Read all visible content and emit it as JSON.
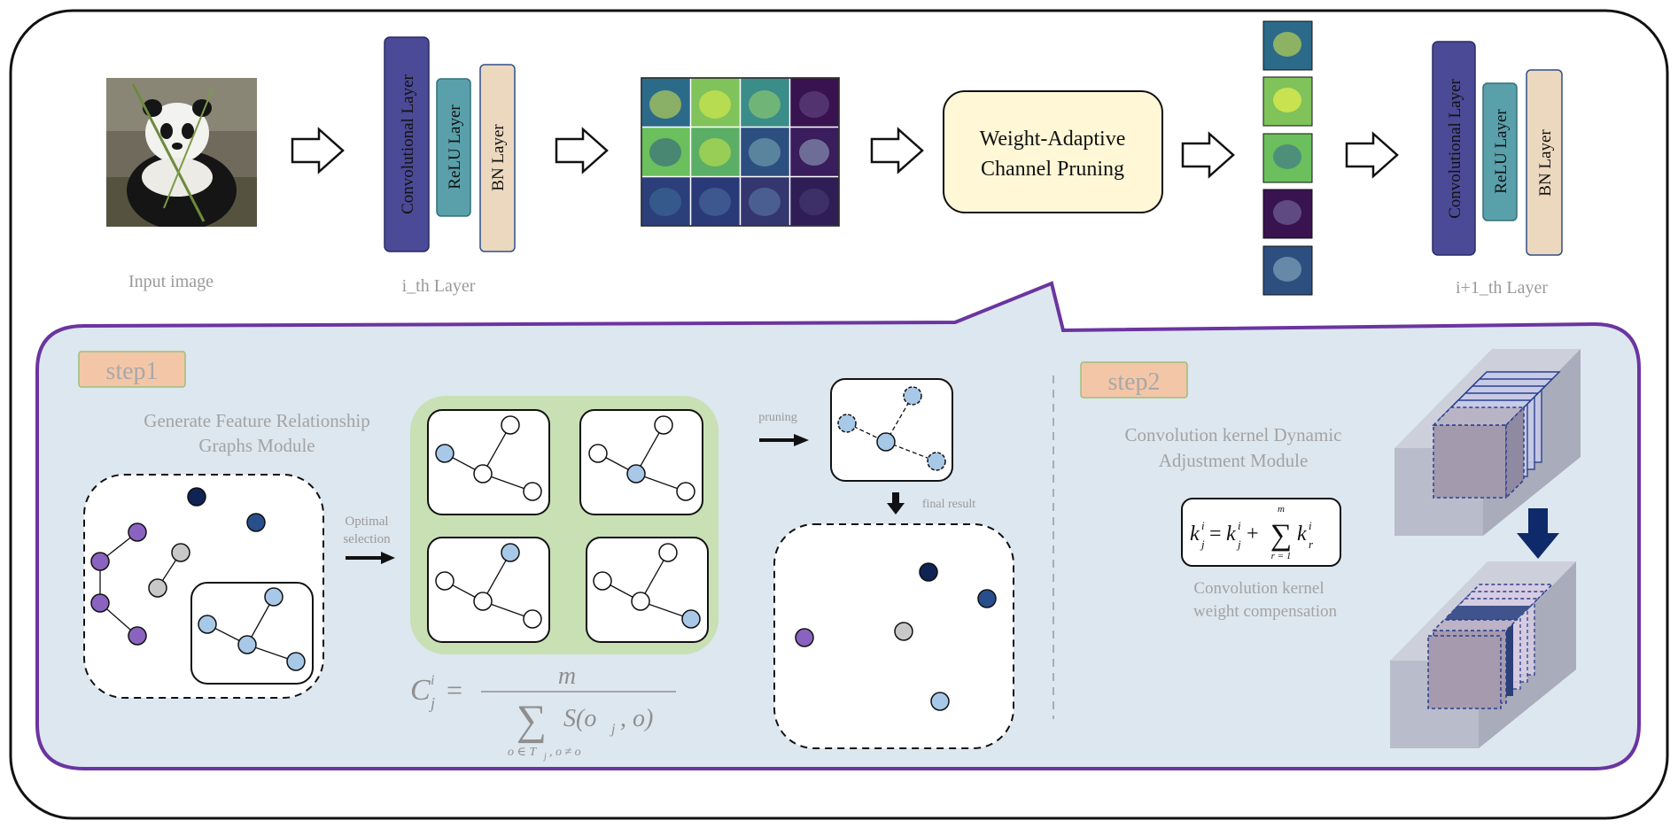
{
  "diagram": {
    "pipeline": {
      "input_label": "Input image",
      "layer_i": {
        "conv": "Convolutional Layer",
        "relu": "ReLU  Layer",
        "bn": "BN  Layer",
        "caption": "i_th Layer"
      },
      "pruning_box": [
        "Weight-Adaptive",
        "Channel Pruning"
      ],
      "layer_next": {
        "conv": "Convolutional Layer",
        "relu": "ReLU  Layer",
        "bn": "BN  Layer",
        "caption": "i+1_th Layer"
      }
    },
    "step1": {
      "tag": "step1",
      "module_title": [
        "Generate Feature Relationship",
        "Graphs Module"
      ],
      "optimal_label": [
        "Optimal",
        "selection"
      ],
      "pruning_label": "pruning",
      "final_label": "final result",
      "formula": {
        "lhs": "C",
        "lhs_sub": "j",
        "lhs_sup": "i",
        "eq": "=",
        "numerator": "m",
        "sum": "∑",
        "sum_sub": "o ∈ T",
        "sum_sub2": "j",
        "sum_sub3": ", o ≠ o",
        "term": "S(o",
        "term_sub": "j",
        "term_tail": ", o)"
      }
    },
    "step2": {
      "tag": "step2",
      "module_title": [
        "Convolution kernel Dynamic",
        "Adjustment Module"
      ],
      "formula": {
        "k": "k",
        "sub_j": "j",
        "sup_i": "i",
        "eq": "=",
        "plus": "+",
        "sum": "∑",
        "sum_top": "m",
        "sum_bottom": "r = 1",
        "sub_r": "r"
      },
      "caption": [
        "Convolution kernel",
        "weight compensation"
      ]
    },
    "colors": {
      "frame": "#111111",
      "purple_frame": "#6b35a0",
      "panel_bg": "#dde7ef",
      "conv": "#4b4a96",
      "relu": "#5aa0ab",
      "bn": "#ecd8bf",
      "pruning_box": "#fff7d6",
      "step_tag": "#f4c6a8",
      "green_panel": "#c8e0b4",
      "node_purple": "#8a63c0",
      "node_gray": "#c8c8c8",
      "node_navy": "#0f2355",
      "node_blue": "#284f8c",
      "node_light": "#a8c8e8",
      "gray_text": "#9a9a9a"
    }
  }
}
